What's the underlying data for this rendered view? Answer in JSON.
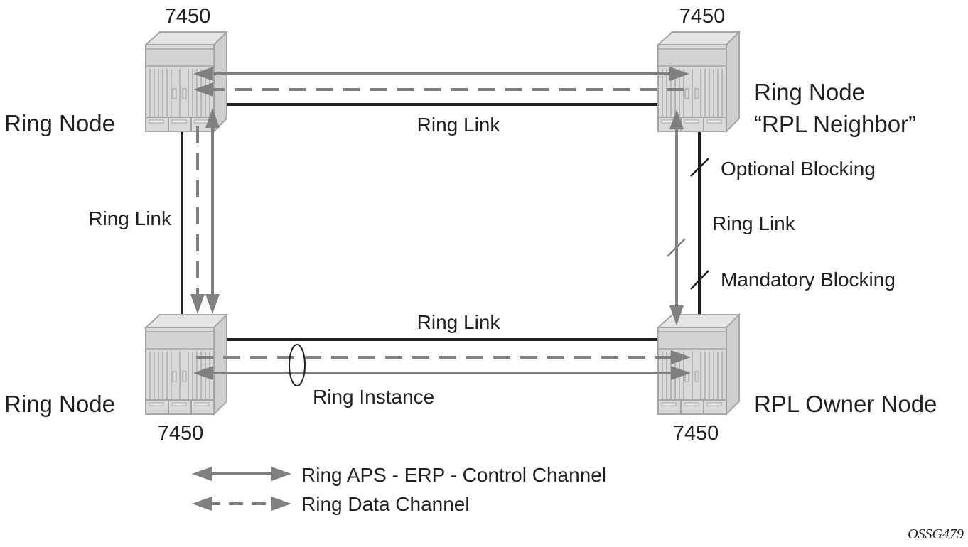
{
  "diagram": {
    "colors": {
      "link": "#231f20",
      "channel": "#808080",
      "chassis_fill": "#d9d9d9",
      "chassis_stroke": "#a6a6a6",
      "text": "#231f20"
    },
    "nodes": {
      "top_left": {
        "model": "7450",
        "role": "Ring Node"
      },
      "top_right": {
        "model": "7450",
        "role_line1": "Ring Node",
        "role_line2": "“RPL Neighbor”"
      },
      "bottom_left": {
        "model": "7450",
        "role": "Ring Node"
      },
      "bottom_right": {
        "model": "7450",
        "role": "RPL Owner Node"
      }
    },
    "links": {
      "top": "Ring Link",
      "left": "Ring Link",
      "right": "Ring Link",
      "bottom": "Ring Link"
    },
    "annotations": {
      "optional_blocking": "Optional Blocking",
      "mandatory_blocking": "Mandatory Blocking",
      "ring_instance": "Ring Instance"
    },
    "legend": [
      {
        "style": "solid-double-arrow",
        "label": "Ring APS - ERP - Control Channel"
      },
      {
        "style": "dashed-double-arrow",
        "label": "Ring Data Channel"
      }
    ],
    "figure_id": "OSSG479"
  }
}
